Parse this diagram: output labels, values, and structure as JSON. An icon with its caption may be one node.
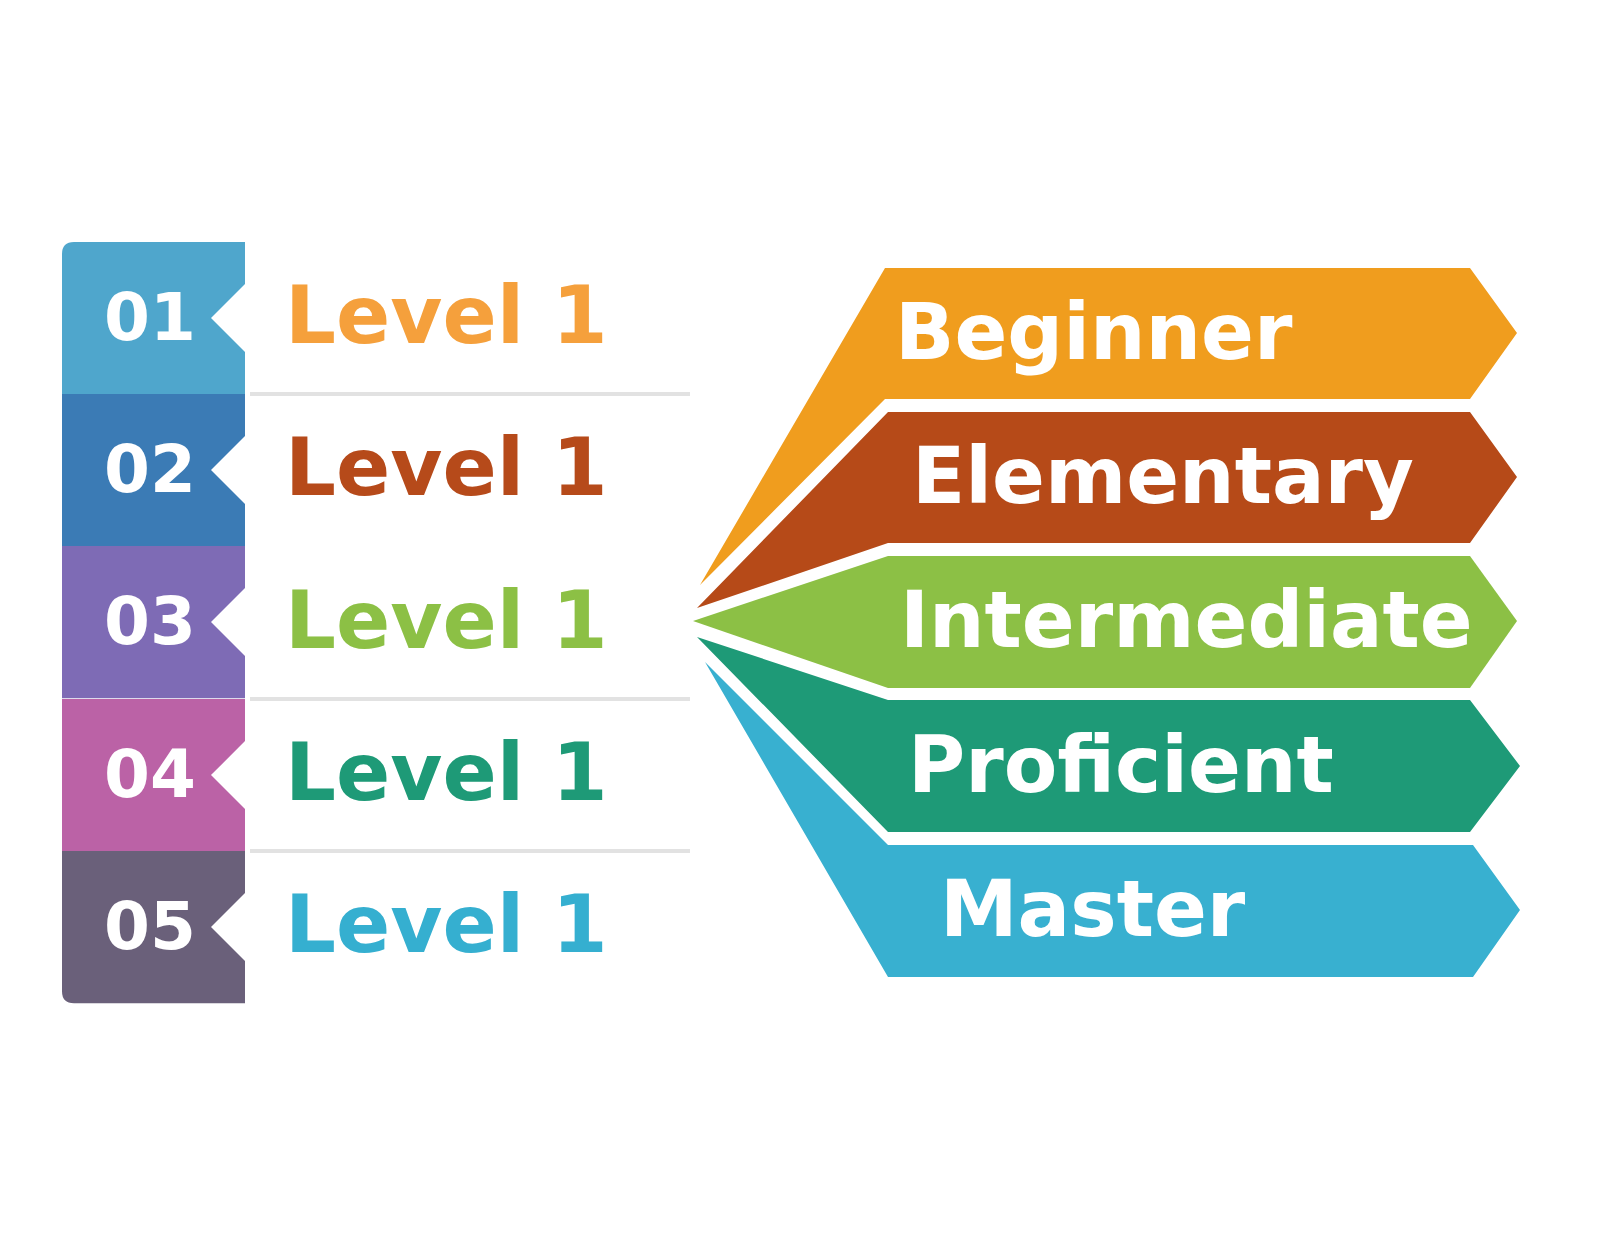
{
  "diagram": {
    "nodes": [
      {
        "text": [
          "01"
        ],
        "beside": [
          "Level 1"
        ]
      },
      {
        "text": [
          "02"
        ],
        "beside": [
          "Level 1"
        ]
      },
      {
        "text": [
          "03"
        ],
        "beside": [
          "Level 1"
        ]
      },
      {
        "text": [
          "04"
        ],
        "beside": [
          "Level 1"
        ]
      },
      {
        "text": [
          "05"
        ],
        "beside": [
          "Level 1"
        ]
      },
      {
        "text": [
          "Beginner"
        ]
      },
      {
        "text": [
          "Elementary"
        ]
      },
      {
        "text": [
          "Intermediate"
        ]
      },
      {
        "text": [
          "Proficient"
        ]
      },
      {
        "text": [
          "Master"
        ]
      }
    ]
  }
}
